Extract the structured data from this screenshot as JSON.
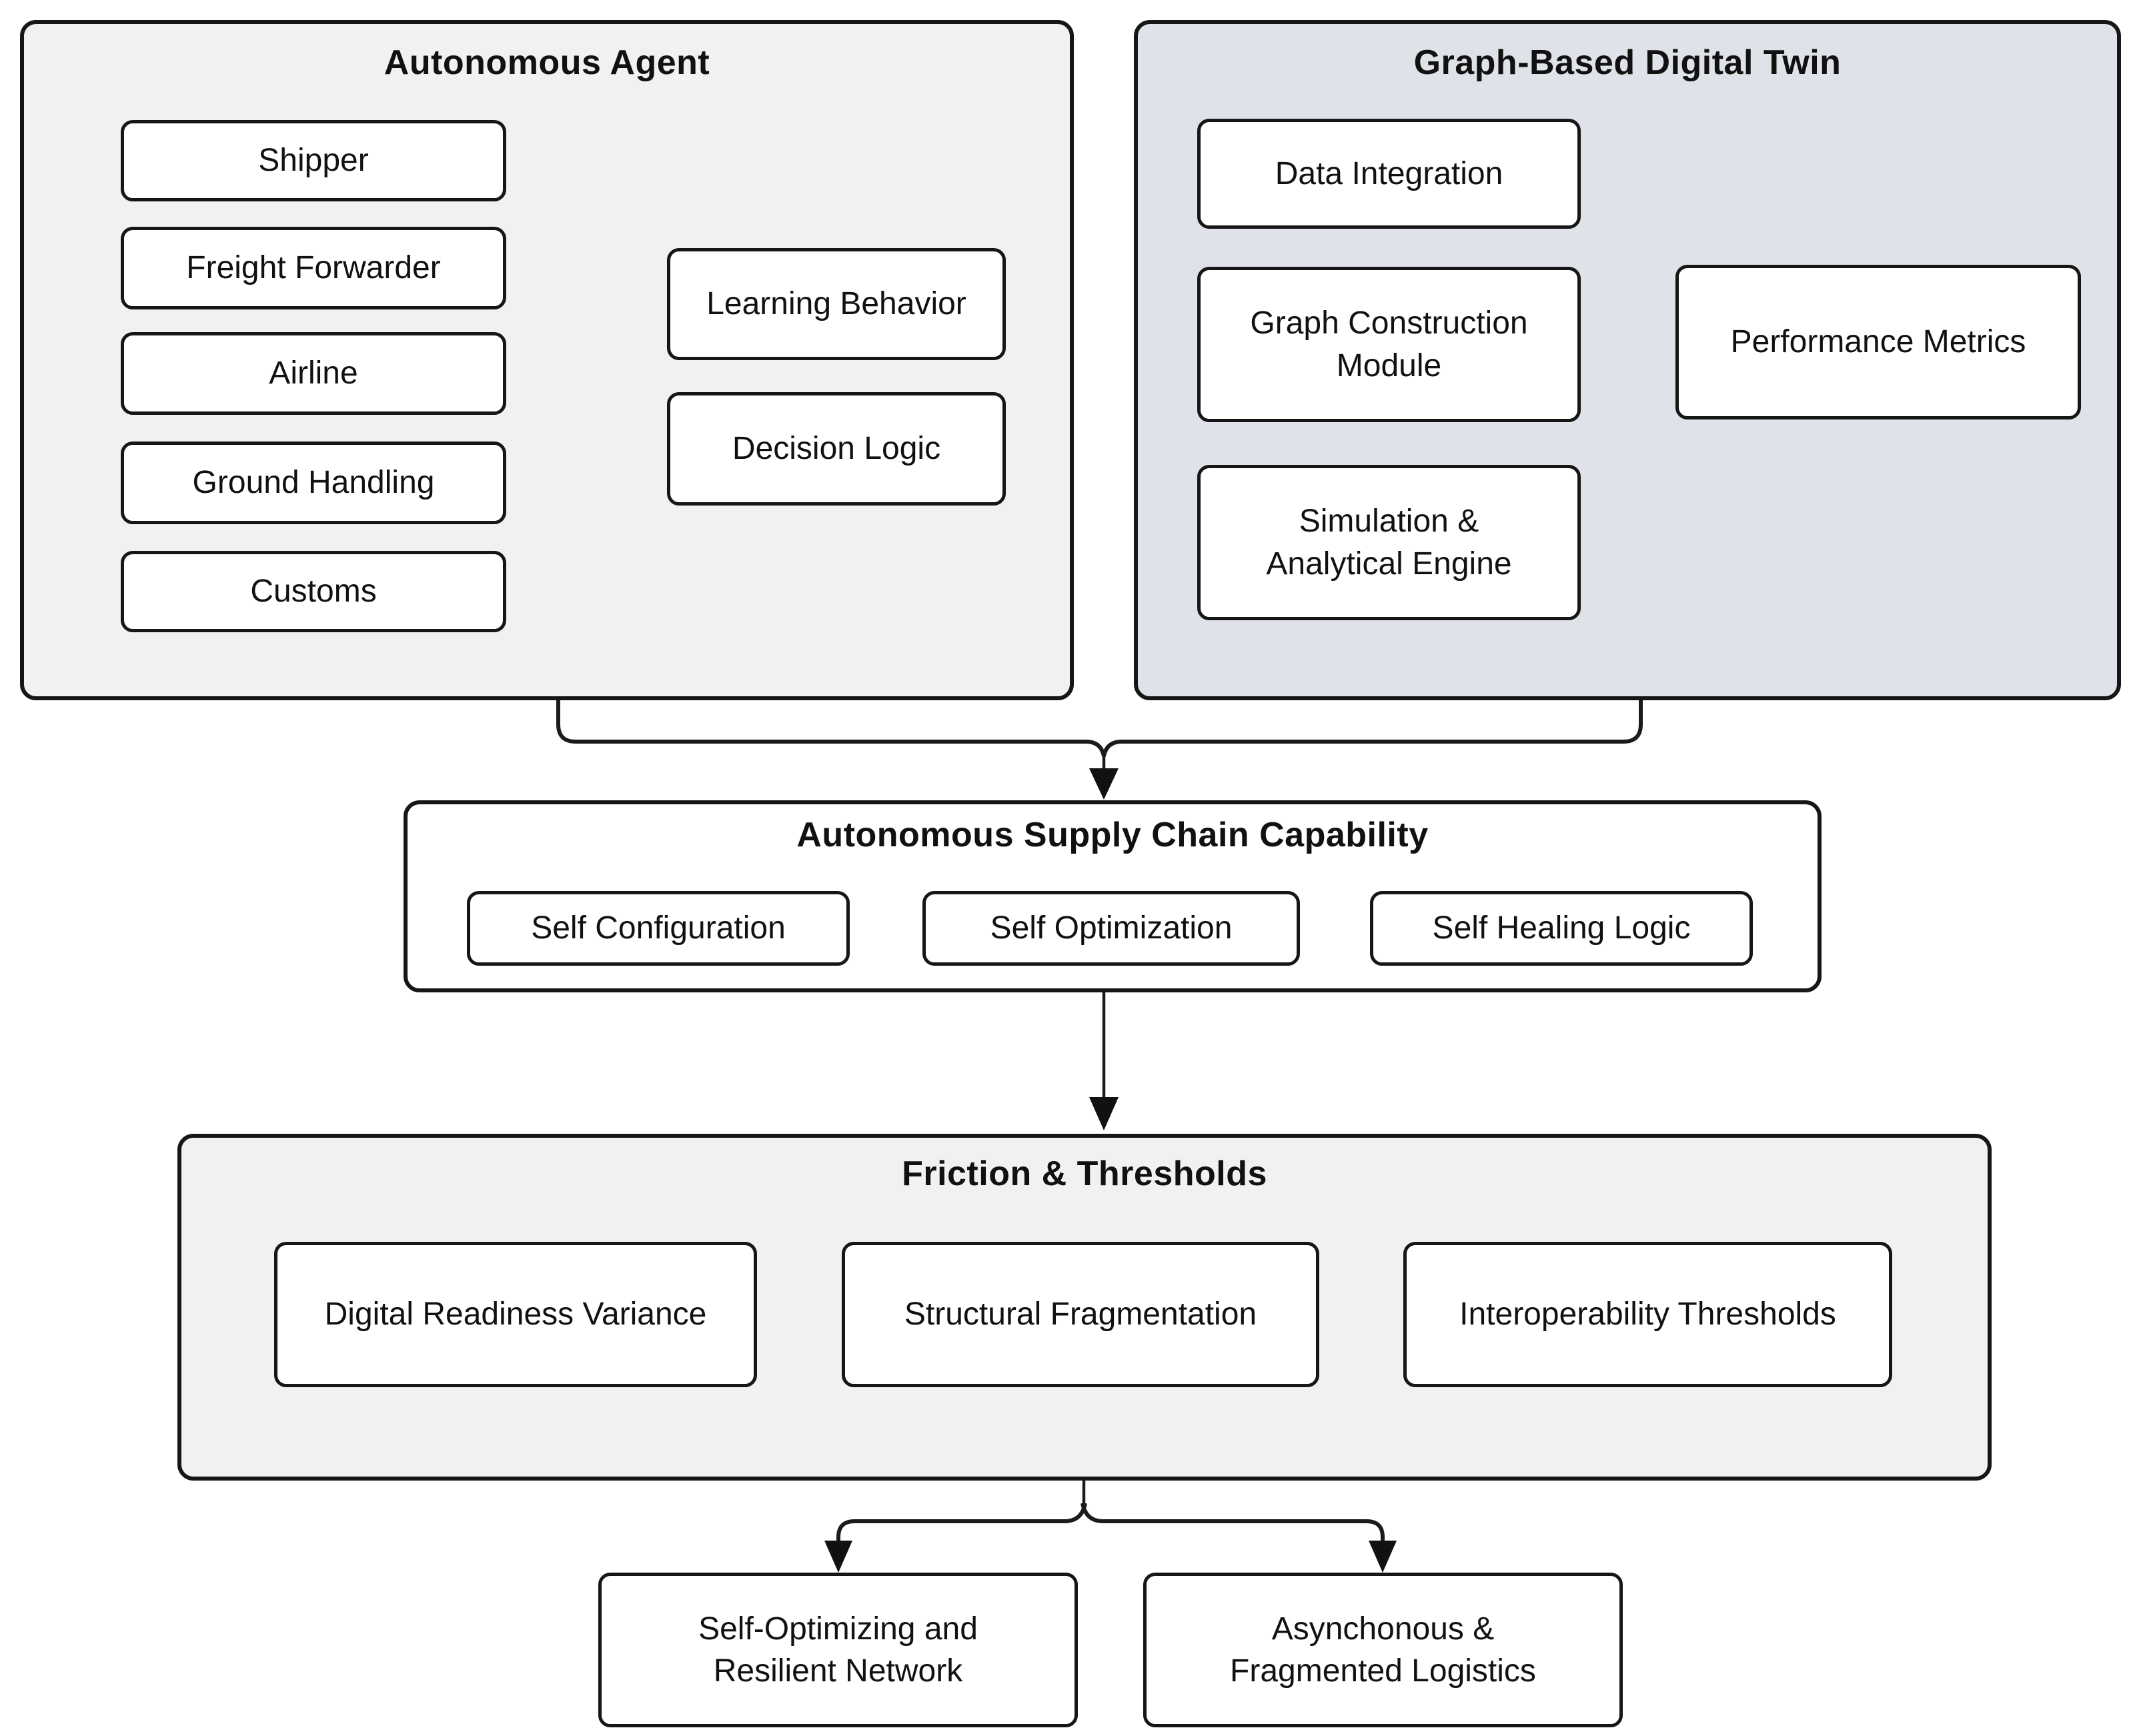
{
  "colors": {
    "canvas": "#ffffff",
    "container_light": "#f0f1f3",
    "container_shaded": "#dfe2e8",
    "node_fill": "#ffffff",
    "border": "#161616",
    "text": "#111111"
  },
  "agent": {
    "title": "Autonomous Agent",
    "stakeholders": {
      "shipper": "Shipper",
      "freight_forwarder": "Freight Forwarder",
      "airline": "Airline",
      "ground_handling": "Ground Handling",
      "customs": "Customs"
    },
    "capabilities": {
      "learning_behavior": "Learning Behavior",
      "decision_logic": "Decision Logic"
    }
  },
  "digital_twin": {
    "title": "Graph-Based Digital Twin",
    "modules": {
      "data_integration": "Data Integration",
      "graph_construction": "Graph Construction\nModule",
      "simulation_engine": "Simulation &\nAnalytical Engine"
    },
    "output": {
      "performance_metrics": "Performance Metrics"
    }
  },
  "capability": {
    "title": "Autonomous Supply Chain Capability",
    "functions": {
      "self_configuration": "Self Configuration",
      "self_optimization": "Self Optimization",
      "self_healing": "Self Healing Logic"
    }
  },
  "friction": {
    "title": "Friction & Thresholds",
    "factors": {
      "digital_readiness": "Digital Readiness Variance",
      "structural_fragmentation": "Structural Fragmentation",
      "interoperability": "Interoperability Thresholds"
    }
  },
  "outcomes": {
    "resilient_network": "Self-Optimizing and\nResilient Network",
    "fragmented_logistics": "Asynchonous &\nFragmented Logistics"
  }
}
